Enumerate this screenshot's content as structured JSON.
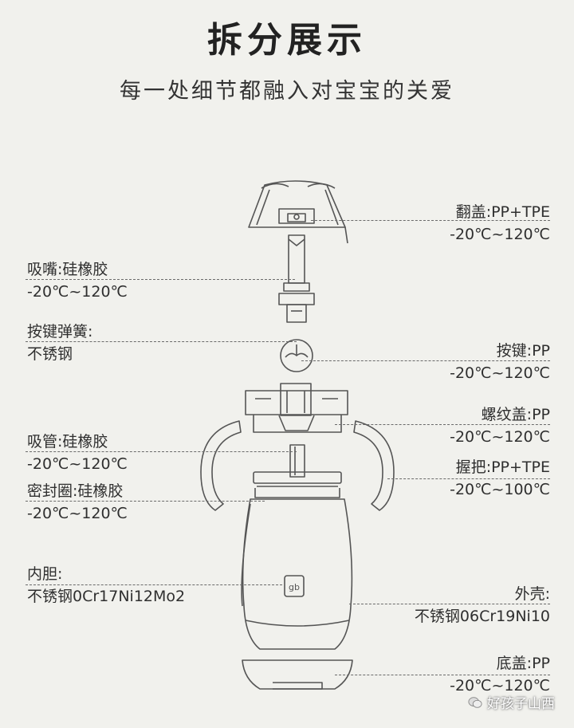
{
  "header": {
    "title": "拆分展示",
    "subtitle": "每一处细节都融入对宝宝的关爱"
  },
  "labels": {
    "flip_lid": {
      "name": "翻盖:PP+TPE",
      "temp": "-20℃~120℃"
    },
    "mouthpiece": {
      "name": "吸嘴:硅橡胶",
      "temp": "-20℃~120℃"
    },
    "button_spring": {
      "name": "按键弹簧:",
      "material": "不锈钢"
    },
    "button": {
      "name": "按键:PP",
      "temp": "-20℃~120℃"
    },
    "thread_cap": {
      "name": "螺纹盖:PP",
      "temp": "-20℃~120℃"
    },
    "straw": {
      "name": "吸管:硅橡胶",
      "temp": "-20℃~120℃"
    },
    "handle": {
      "name": "握把:PP+TPE",
      "temp": "-20℃~100℃"
    },
    "seal_ring": {
      "name": "密封圈:硅橡胶",
      "temp": "-20℃~120℃"
    },
    "inner_liner": {
      "name": "内胆:",
      "material": "不锈钢0Cr17Ni12Mo2"
    },
    "outer_shell": {
      "name": "外壳:",
      "material": "不锈钢06Cr19Ni10"
    },
    "bottom_cap": {
      "name": "底盖:PP",
      "temp": "-20℃~120℃"
    }
  },
  "logo_text": "gb",
  "watermark": "好孩子山西"
}
